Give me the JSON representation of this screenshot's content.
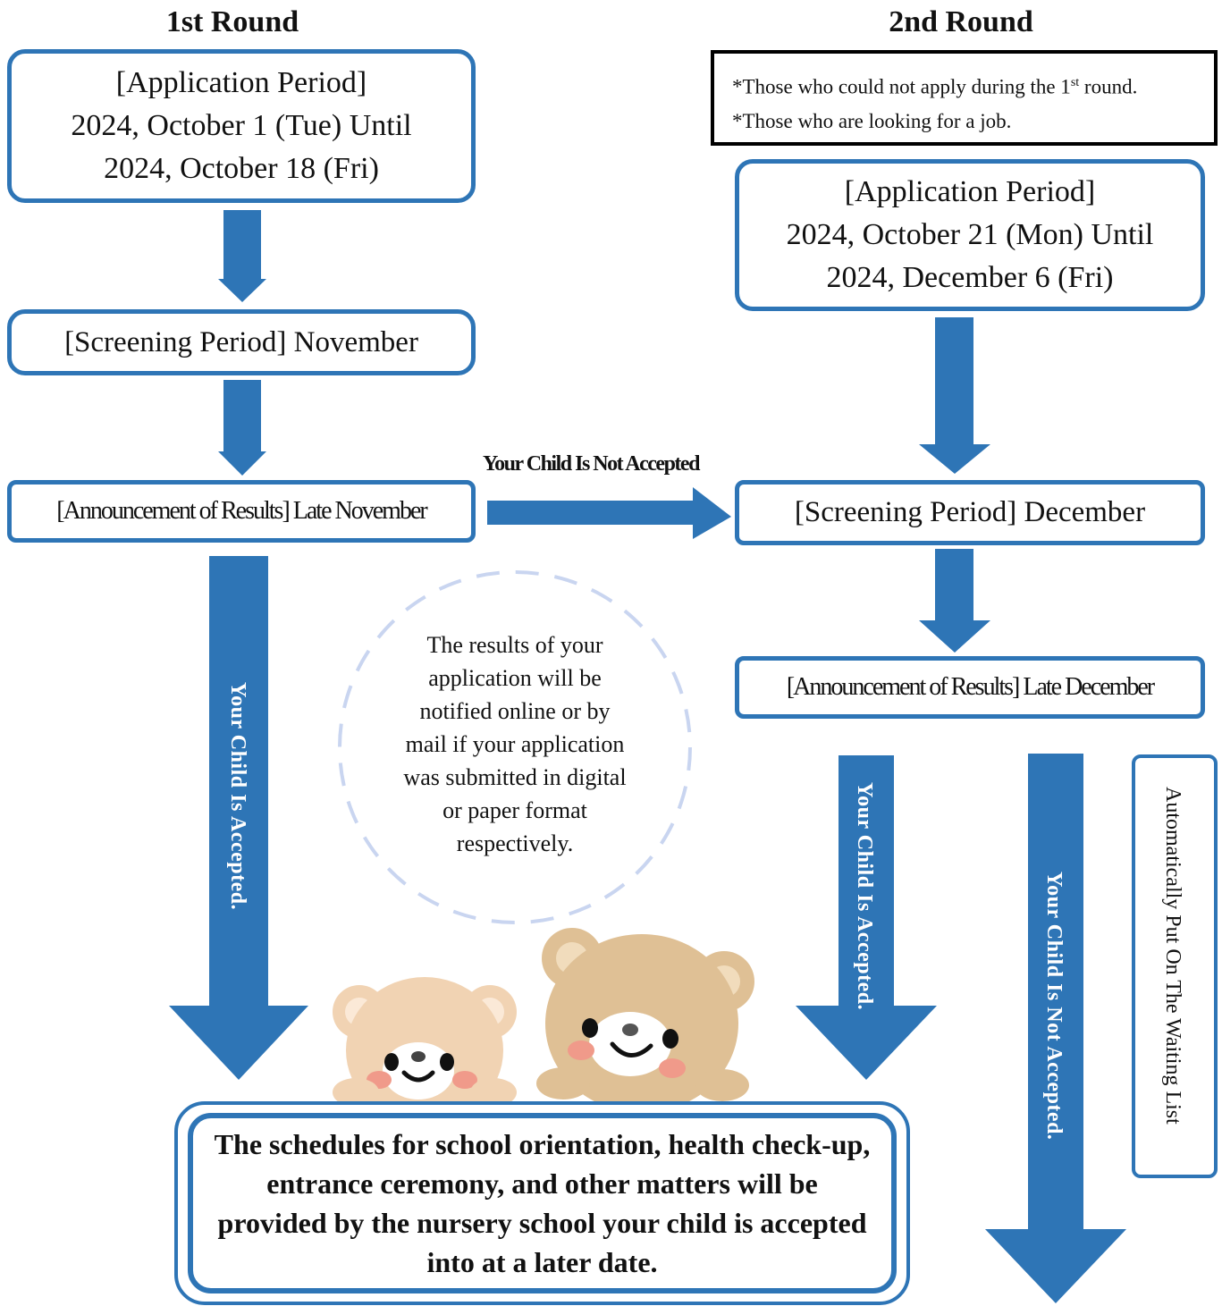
{
  "headings": {
    "round1": "1st Round",
    "round2": "2nd Round"
  },
  "round1": {
    "application": {
      "line1": "[Application Period]",
      "line2": "2024, October 1 (Tue) Until",
      "line3": "2024, October 18 (Fri)"
    },
    "screening": "[Screening Period] November",
    "announcement": "[Announcement of Results] Late November",
    "accepted_label": "Your Child Is Accepted."
  },
  "round2": {
    "note": {
      "line1_prefix": "*Those who could not apply during the 1",
      "line1_sup": "st",
      "line1_suffix": " round.",
      "line2": "*Those who are looking for a job."
    },
    "application": {
      "line1": "[Application Period]",
      "line2": "2024, October 21 (Mon) Until",
      "line3": "2024, December 6 (Fri)"
    },
    "screening": "[Screening Period] December",
    "announcement": "[Announcement of Results] Late December",
    "accepted_label": "Your Child Is Accepted.",
    "not_accepted_label": "Your Child Is Not Accepted.",
    "waiting_list": "Automatically Put On The Waiting List"
  },
  "transfer_label": "Your Child Is Not Accepted",
  "circle_note": [
    "The results of your",
    "application will be",
    "notified online or by",
    "mail if your application",
    "was submitted in digital",
    "or paper format",
    "respectively."
  ],
  "final_message": "The schedules for school orientation, health check-up, entrance ceremony, and other matters will be provided by the nursery school your child is accepted into at a later date.",
  "colors": {
    "accent": "#2e75b6",
    "bear_light": "#f1d3b3",
    "bear_dark": "#dfc095",
    "cheek": "#f09a8a",
    "dash": "#c9d5f0"
  }
}
